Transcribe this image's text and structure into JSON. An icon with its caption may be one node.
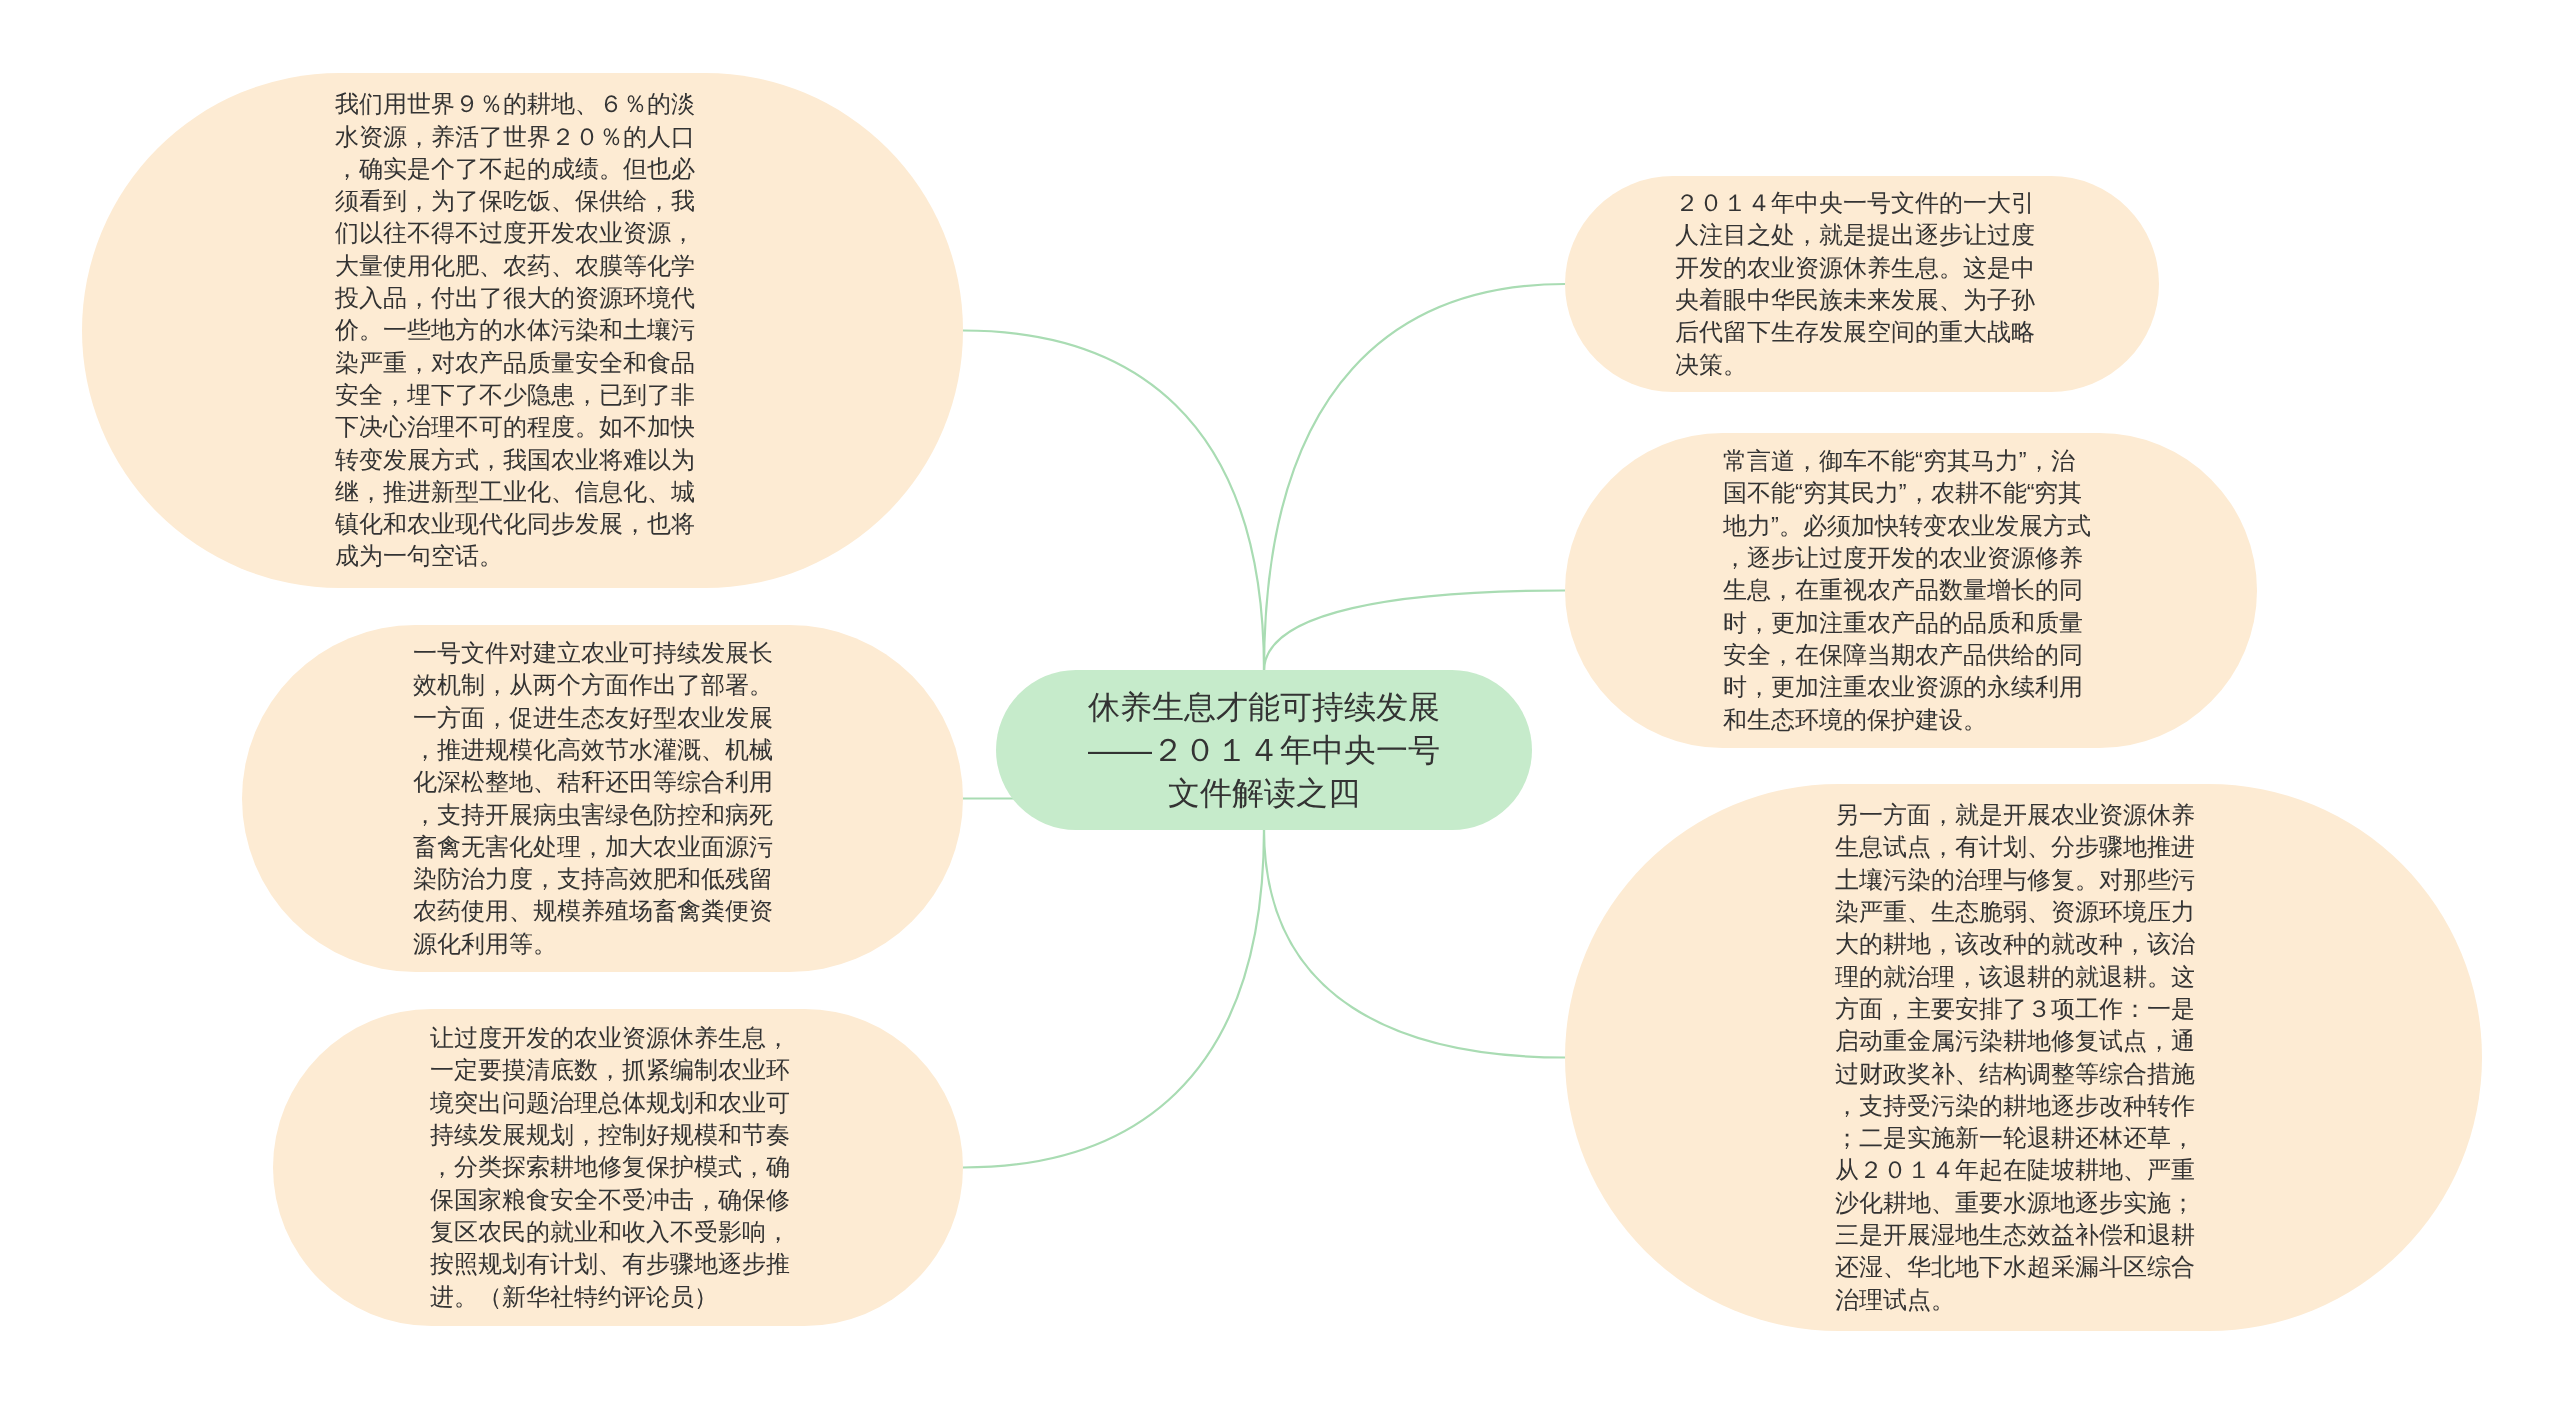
{
  "diagram": {
    "nodes": [
      {
        "text": [
          "休养生息才能可持续发展——２０１４年中央一号文件解读之四"
        ]
      },
      {
        "text": [
          "我们用世界９％的耕地、６％的淡水资源，养活了世界２０％的人口，确实是个了不起的成绩。但也必须看到，为了保吃饭、保供给，我们以往不得不过度开发农业资源，大量使用化肥、农药、农膜等化学投入品，付出了很大的资源环境代价。一些地方的水体污染和土壤污染严重，对农产品质量安全和食品安全，埋下了不少隐患，已到了非下决心治理不可的程度。如不加快转变发展方式，我国农业将难以为继，推进新型工业化、信息化、城镇化和农业现代化同步发展，也将成为一句空话。"
        ]
      },
      {
        "text": [
          "一号文件对建立农业可持续发展长效机制，从两个方面作出了部署。一方面，促进生态友好型农业发展，推进规模化高效节水灌溉、机械化深松整地、秸秆还田等综合利用，支持开展病虫害绿色防控和病死畜禽无害化处理，加大农业面源污染防治力度，支持高效肥和低残留农药使用、规模养殖场畜禽粪便资源化利用等。"
        ]
      },
      {
        "text": [
          "让过度开发的农业资源休养生息，一定要摸清底数，抓紧编制农业环境突出问题治理总体规划和农业可持续发展规划，控制好规模和节奏，分类探索耕地修复保护模式，确保国家粮食安全不受冲击，确保修复区农民的就业和收入不受影响，按照规划有计划、有步骤地逐步推进。（新华社特约评论员）"
        ]
      },
      {
        "text": [
          "２０１４年中央一号文件的一大引人注目之处，就是提出逐步让过度开发的农业资源休养生息。这是中央着眼中华民族未来发展、为子孙后代留下生存发展空间的重大战略决策。"
        ]
      },
      {
        "text": [
          "常言道，御车不能“穷其马力”，治国不能“穷其民力”，农耕不能“穷其地力”。必须加快转变农业发展方式，逐步让过度开发的农业资源修养生息，在重视农产品数量增长的同时，更加注重农产品的品质和质量安全，在保障当期农产品供给的同时，更加注重农业资源的永续利用和生态环境的保护建设。"
        ]
      },
      {
        "text": [
          "另一方面，就是开展农业资源休养生息试点，有计划、分步骤地推进土壤污染的治理与修复。对那些污染严重、生态脆弱、资源环境压力大的耕地，该改种的就改种，该治理的就治理，该退耕的就退耕。这方面，主要安排了３项工作：一是启动重金属污染耕地修复试点，通过财政奖补、结构调整等综合措施，支持受污染的耕地逐步改种转作；二是实施新一轮退耕还林还草，从２０１４年起在陡坡耕地、严重沙化耕地、重要水源地逐步实施；三是开展湿地生态效益补偿和退耕还湿、华北地下水超采漏斗区综合治理试点。"
        ]
      }
    ],
    "edges": [
      {
        "from": 0,
        "to": 1,
        "arrow": "none"
      },
      {
        "from": 0,
        "to": 2,
        "arrow": "none"
      },
      {
        "from": 0,
        "to": 3,
        "arrow": "none"
      },
      {
        "from": 0,
        "to": 4,
        "arrow": "none"
      },
      {
        "from": 0,
        "to": 5,
        "arrow": "none"
      },
      {
        "from": 0,
        "to": 6,
        "arrow": "none"
      }
    ]
  }
}
